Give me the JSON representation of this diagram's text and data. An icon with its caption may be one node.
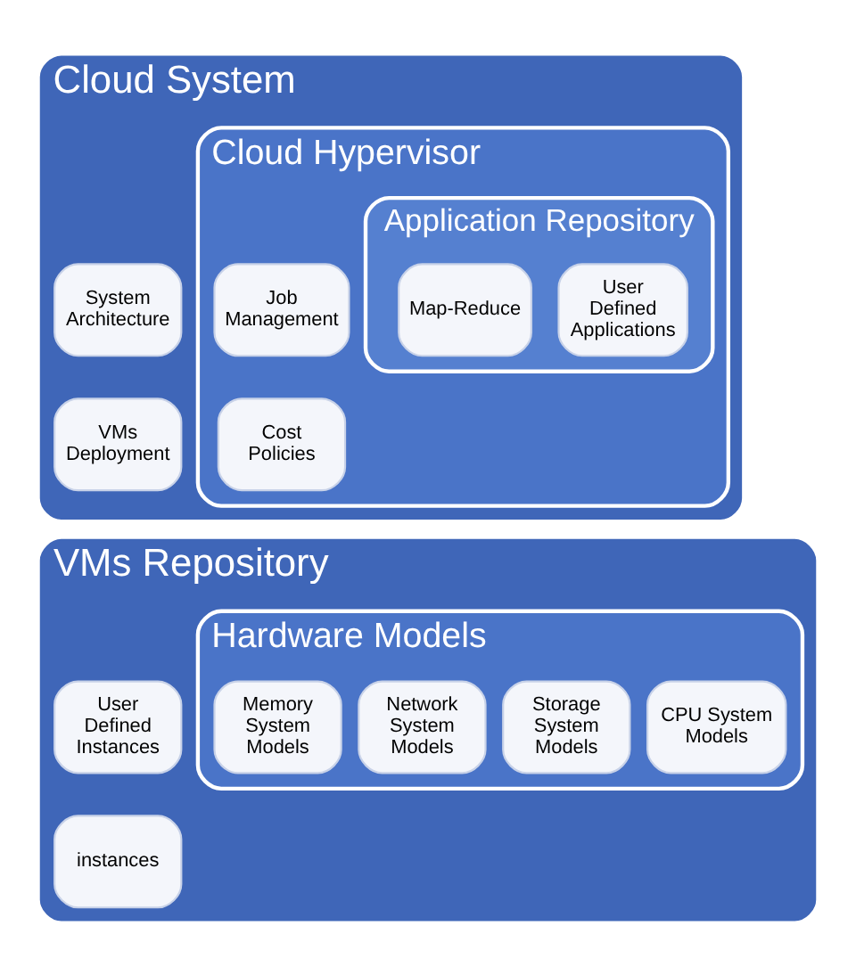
{
  "diagram": {
    "nodes": [
      {
        "text": [
          "Cloud System"
        ]
      },
      {
        "text": [
          "System Architecture"
        ],
        "in": 0
      },
      {
        "text": [
          "VMs Deployment"
        ],
        "in": 0
      },
      {
        "text": [
          "Cloud Hypervisor"
        ],
        "in": 0
      },
      {
        "text": [
          "Job Management"
        ],
        "in": 3
      },
      {
        "text": [
          "Cost Policies"
        ],
        "in": 3
      },
      {
        "text": [
          "Application Repository"
        ],
        "in": 3
      },
      {
        "text": [
          "User Defined Applications"
        ],
        "in": 6
      },
      {
        "text": [
          "Map-Reduce"
        ],
        "in": 6
      },
      {
        "text": [
          "VMs Repository"
        ]
      },
      {
        "text": [
          "User Defined Instances"
        ],
        "in": 9
      },
      {
        "text": [
          "instances"
        ],
        "in": 9
      },
      {
        "text": [
          "Hardware Models"
        ],
        "in": 9
      },
      {
        "text": [
          "CPU System Models"
        ],
        "in": 12
      },
      {
        "text": [
          "Storage System Models"
        ],
        "in": 12
      },
      {
        "text": [
          "Network System Models"
        ],
        "in": 12
      },
      {
        "text": [
          "Memory System Models"
        ],
        "in": 12
      }
    ]
  }
}
